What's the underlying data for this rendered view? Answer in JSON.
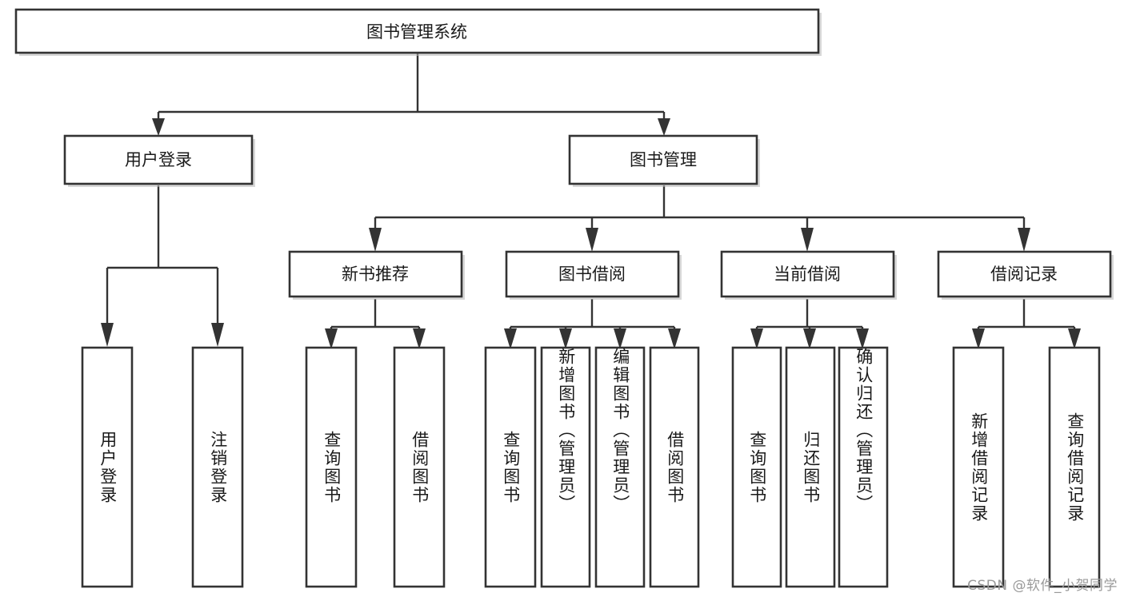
{
  "diagram": {
    "title": "图书管理系统",
    "watermark": "CSDN @软件_小贺同学",
    "colors": {
      "stroke": "#333333",
      "fill": "#ffffff",
      "text": "#1a1a1a",
      "watermark": "#9a9a9a",
      "background": "#ffffff"
    },
    "nodes": {
      "root": {
        "label": "图书管理系统"
      },
      "level2": [
        {
          "id": "user-login",
          "label": "用户登录"
        },
        {
          "id": "book-management",
          "label": "图书管理"
        }
      ],
      "level3": [
        {
          "id": "new-book-recommend",
          "label": "新书推荐"
        },
        {
          "id": "book-borrow",
          "label": "图书借阅"
        },
        {
          "id": "current-borrow",
          "label": "当前借阅"
        },
        {
          "id": "borrow-record",
          "label": "借阅记录"
        }
      ],
      "leaves": {
        "user-login": [
          {
            "id": "leaf-user-login",
            "label": "用户登录"
          },
          {
            "id": "leaf-user-logout",
            "label": "注销登录"
          }
        ],
        "new-book-recommend": [
          {
            "id": "leaf-query-book-1",
            "label": "查询图书"
          },
          {
            "id": "leaf-borrow-book-1",
            "label": "借阅图书"
          }
        ],
        "book-borrow": [
          {
            "id": "leaf-query-book-2",
            "label": "查询图书"
          },
          {
            "id": "leaf-add-book",
            "label": "新增图书（管理员）"
          },
          {
            "id": "leaf-edit-book",
            "label": "编辑图书（管理员）"
          },
          {
            "id": "leaf-borrow-book-2",
            "label": "借阅图书"
          }
        ],
        "current-borrow": [
          {
            "id": "leaf-query-book-3",
            "label": "查询图书"
          },
          {
            "id": "leaf-return-book",
            "label": "归还图书"
          },
          {
            "id": "leaf-confirm-return",
            "label": "确认归还（管理员）"
          }
        ],
        "borrow-record": [
          {
            "id": "leaf-add-borrow-record",
            "label": "新增借阅记录"
          },
          {
            "id": "leaf-query-borrow-record",
            "label": "查询借阅记录"
          }
        ]
      }
    }
  }
}
